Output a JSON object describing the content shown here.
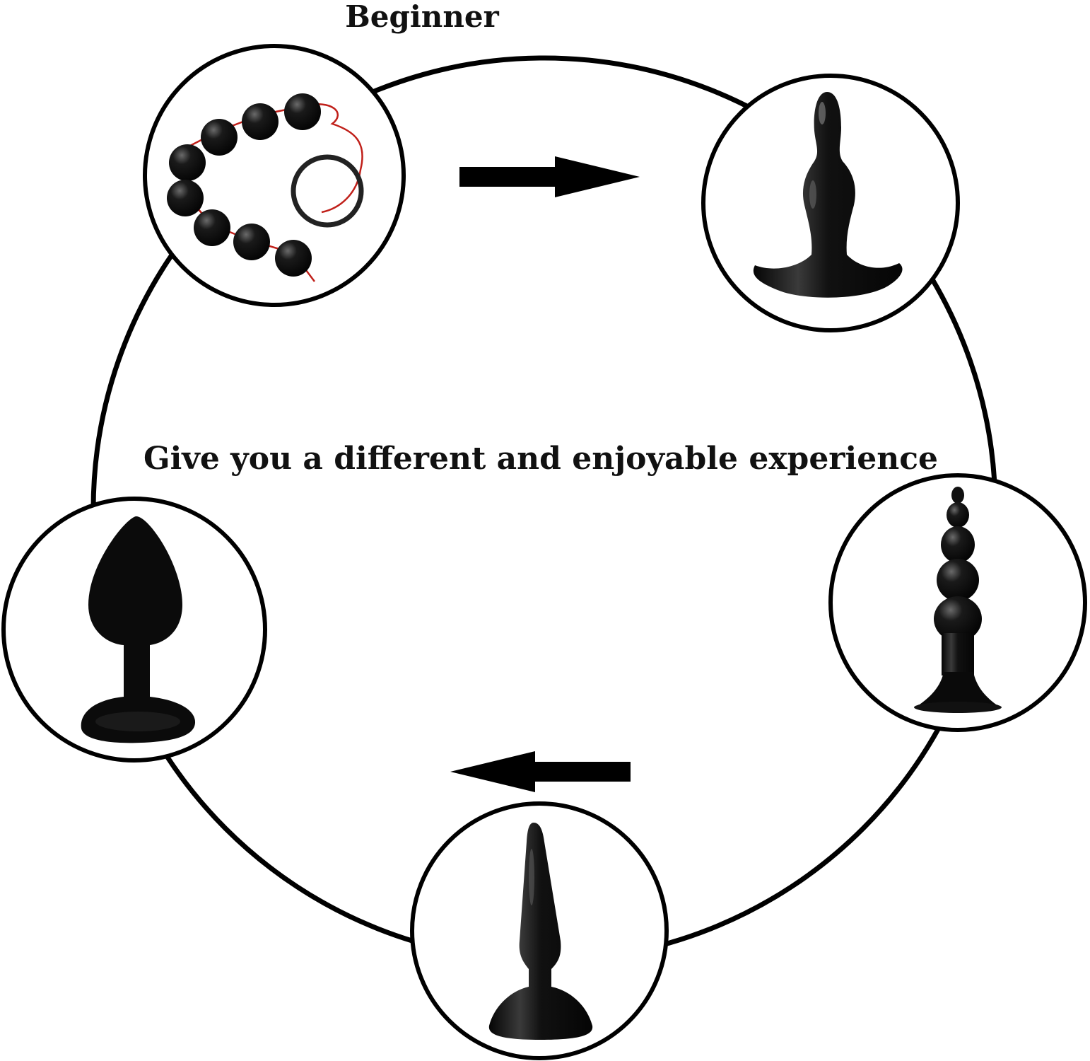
{
  "title": "Beginner",
  "center_text": "Give you a different and enjoyable experience",
  "colors": {
    "stroke": "#000000",
    "product": "#0a0a0a",
    "highlight": "#5a5a5a",
    "string": "#c0201a",
    "background": "#ffffff"
  },
  "nodes": [
    {
      "name": "anal-beads",
      "icon": "anal-beads-icon"
    },
    {
      "name": "anchor-plug",
      "icon": "anchor-plug-icon"
    },
    {
      "name": "ribbed-plug",
      "icon": "ribbed-plug-icon"
    },
    {
      "name": "tapered-plug",
      "icon": "tapered-plug-icon"
    },
    {
      "name": "teardrop-plug",
      "icon": "teardrop-plug-icon"
    }
  ],
  "arrows": [
    {
      "name": "arrow-right",
      "direction": "right"
    },
    {
      "name": "arrow-left",
      "direction": "left"
    }
  ]
}
